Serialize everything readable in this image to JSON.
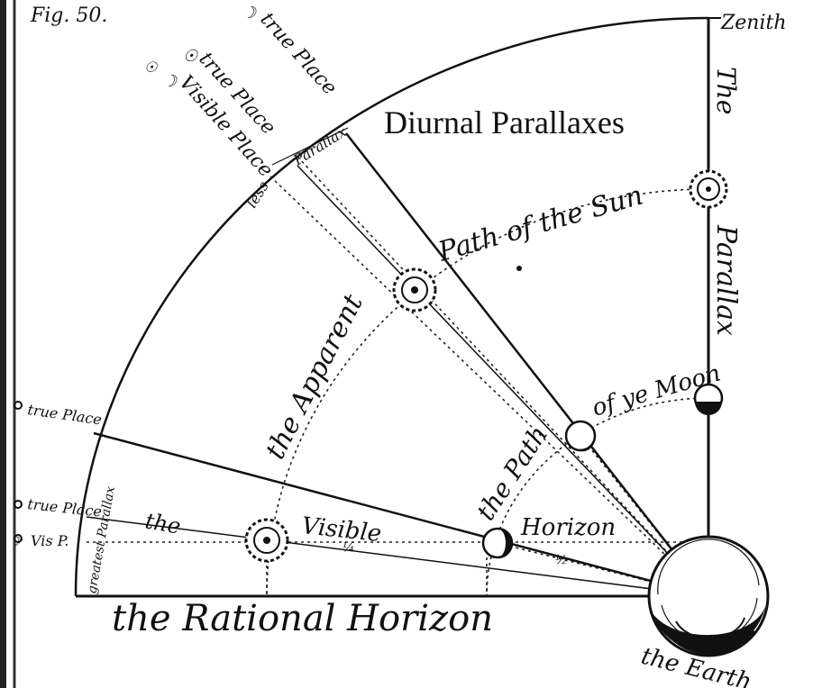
{
  "figure_number": "Fig. 50.",
  "title": "Diurnal Parallaxes",
  "labels": {
    "zenith": "Zenith",
    "the_word": "The",
    "parallax_vertical": "Parallax",
    "moon_true_place_top": "true Place",
    "sun_true_place": "true Place",
    "moon_visible_place": "Visible Place",
    "parallax_upper_arc": "Parallax",
    "lesser": "less",
    "path_of_the_sun": "Path of the Sun",
    "the_apparent": "the Apparent",
    "of_the_moon": "of ye Moon",
    "the_path": "the Path",
    "true_place_left_upper": "true Place",
    "true_place_left_lower": "true Place",
    "visible_place_left": "Vis P.",
    "greatest_parallax": "greatest Parallax",
    "the_left": "the",
    "visible": "Visible",
    "horizon_label": "Horizon",
    "rational_horizon": "the Rational Horizon",
    "the_earth": "the Earth",
    "small_mark_1": "¼",
    "small_mark_2": "½"
  },
  "symbols": {
    "moon_symbol": "☽",
    "sun_symbol": "☉"
  }
}
